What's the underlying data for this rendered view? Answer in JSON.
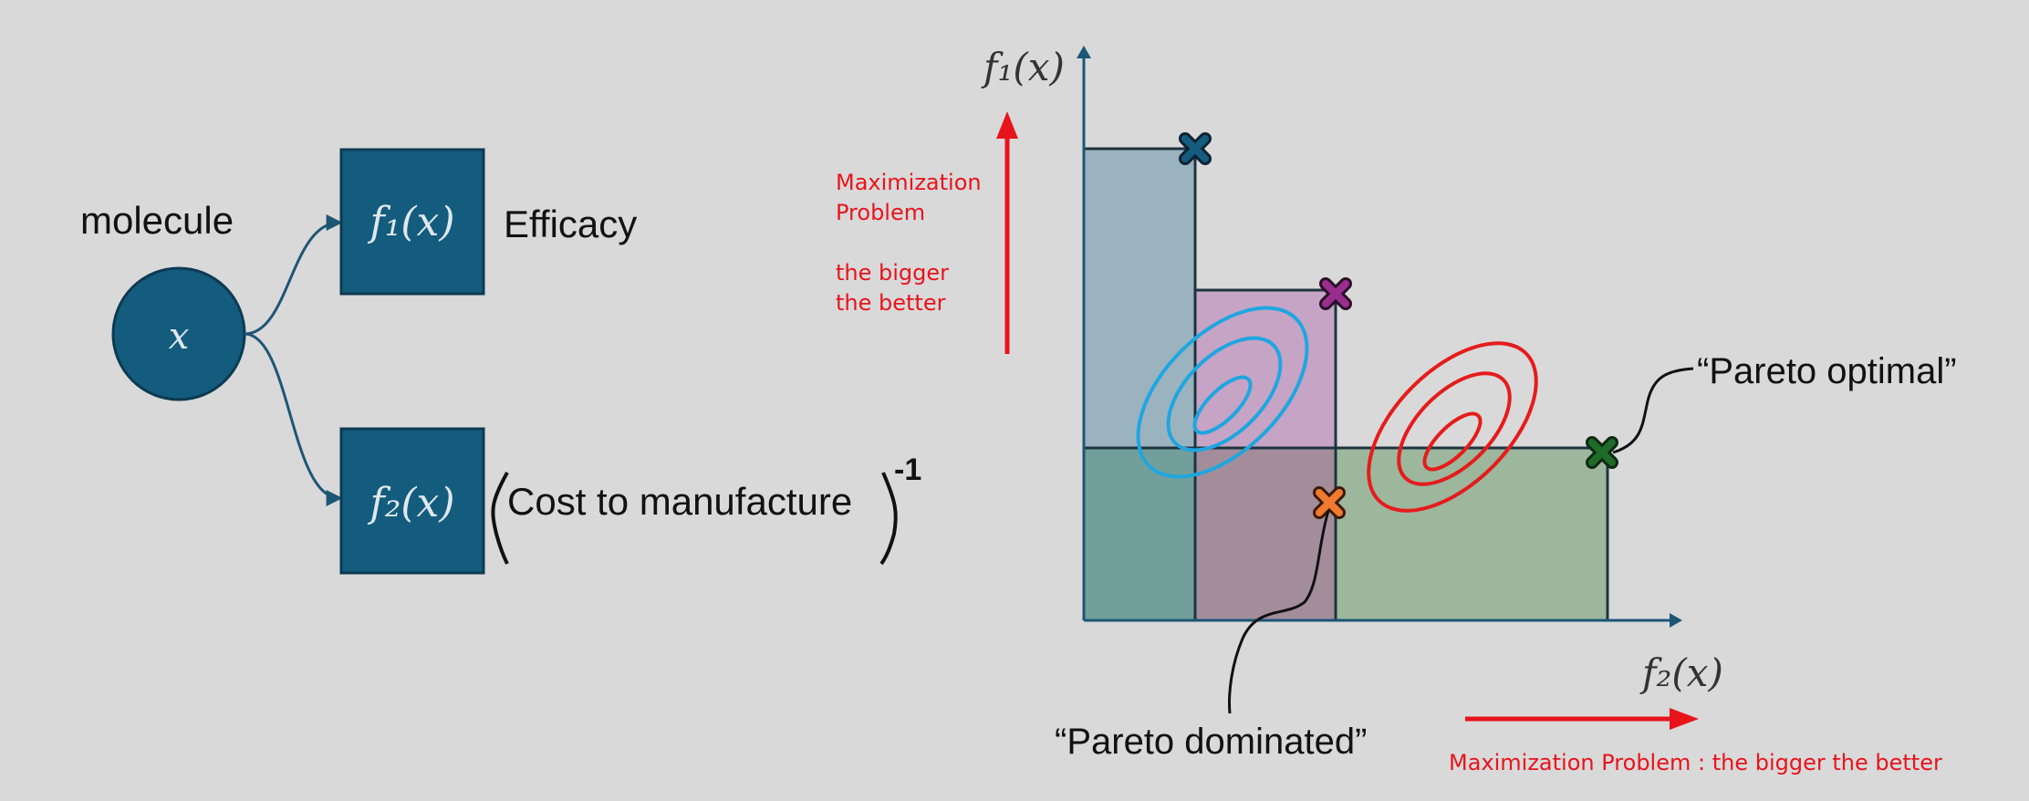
{
  "left": {
    "molecule_label": "molecule",
    "variable": "x",
    "f1_box": "f₁(x)",
    "f2_box": "f₂(x)",
    "efficacy_label": "Efficacy",
    "cost_label": "Cost to manufacture",
    "inverse_exponent": "-1"
  },
  "plot": {
    "y_axis_label": "f₁(x)",
    "x_axis_label": "f₂(x)",
    "y_note": [
      "Maximization",
      "Problem",
      "the bigger",
      "the better"
    ],
    "x_note": "Maximization Problem : the bigger the better",
    "pareto_optimal": "“Pareto optimal”",
    "pareto_dominated": "“Pareto dominated”"
  },
  "colors": {
    "background": "#d9d9d9",
    "box_fill": "#145c7e",
    "box_stroke": "#0d3a52",
    "axis": "#1d5675",
    "arrow_red": "#e8141c",
    "rect_blue": "#9bb3bf",
    "rect_purple": "#c5a4c5",
    "rect_green": "#9db79d",
    "overlap_blue_green": "#729e9b",
    "overlap_purple_green": "#a38d9b",
    "marker_blue": "#145c7e",
    "marker_purple": "#9b2d8f",
    "marker_green": "#1e6b2a",
    "marker_orange": "#f07a2f",
    "contour_blue": "#1fa6e0",
    "contour_red": "#e51c1c"
  },
  "icons": {
    "marker": "cross-marker-icon",
    "axis_arrow": "arrow-icon"
  }
}
